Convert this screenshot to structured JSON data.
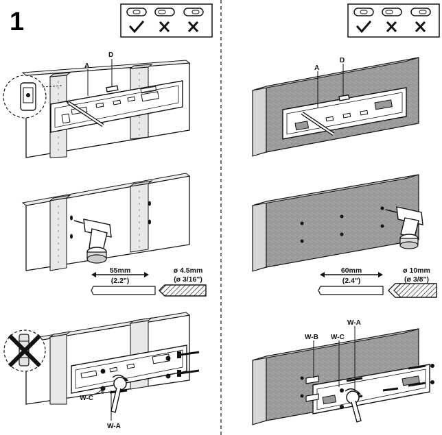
{
  "step_number": "1",
  "level_checks": {
    "left": [
      "check",
      "cross",
      "cross"
    ],
    "right": [
      "check",
      "cross",
      "cross"
    ]
  },
  "left": {
    "bracket_label": "A",
    "level_label": "D",
    "depth": "55mm",
    "depth_in": "(2.2\")",
    "drill_bit": "ø 4.5mm",
    "drill_bit_in": "(ø 3/16\")",
    "washer_label": "W-C",
    "screw_label": "W-A"
  },
  "right": {
    "bracket_label": "A",
    "level_label": "D",
    "depth": "60mm",
    "depth_in": "(2.4\")",
    "drill_bit": "ø 10mm",
    "drill_bit_in": "(ø 3/8\")",
    "anchor_label": "W-B",
    "washer_label": "W-C",
    "screw_label": "W-A"
  },
  "icons": [
    "level-check-icon",
    "level-cross-icon",
    "drill-icon",
    "drill-bit-icon",
    "wrench-icon",
    "no-anchor-icon",
    "magnifier-detail-icon"
  ],
  "colors": {
    "line": "#111111",
    "concrete": "#9a9a9a",
    "concrete_side": "#d6d6d6",
    "stud": "#dcdcdc"
  }
}
